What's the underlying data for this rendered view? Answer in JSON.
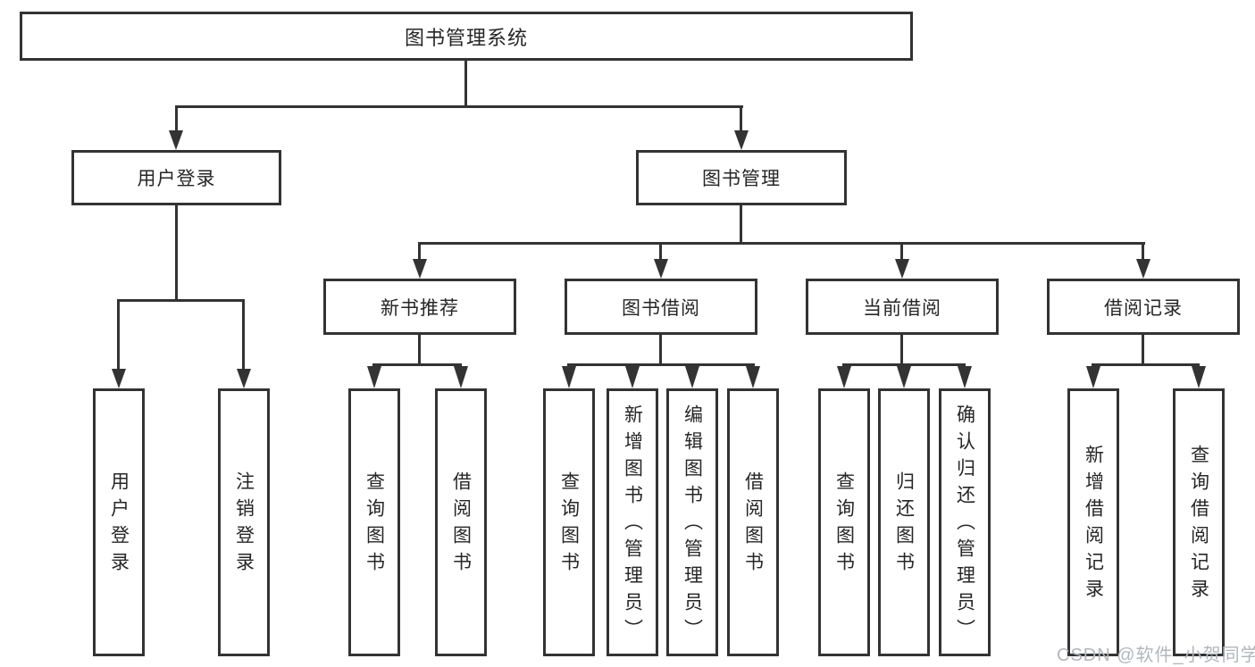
{
  "tree": {
    "label": "图书管理系统",
    "children": [
      {
        "label": "用户登录",
        "children": [
          {
            "label": "用户登录"
          },
          {
            "label": "注销登录"
          }
        ]
      },
      {
        "label": "图书管理",
        "children": [
          {
            "label": "新书推荐",
            "children": [
              {
                "label": "查询图书"
              },
              {
                "label": "借阅图书"
              }
            ]
          },
          {
            "label": "图书借阅",
            "children": [
              {
                "label": "查询图书"
              },
              {
                "label": "新增图书（管理员）"
              },
              {
                "label": "编辑图书（管理员）"
              },
              {
                "label": "借阅图书"
              }
            ]
          },
          {
            "label": "当前借阅",
            "children": [
              {
                "label": "查询图书"
              },
              {
                "label": "归还图书"
              },
              {
                "label": "确认归还（管理员）"
              }
            ]
          },
          {
            "label": "借阅记录",
            "children": [
              {
                "label": "新增借阅记录"
              },
              {
                "label": "查询借阅记录"
              }
            ]
          }
        ]
      }
    ]
  },
  "watermark": {
    "text": "CSDN @软件_小贺同学"
  },
  "colors": {
    "line": "#333333",
    "text": "#262626",
    "wm": "#b3b6ba",
    "bg": "#ffffff"
  }
}
